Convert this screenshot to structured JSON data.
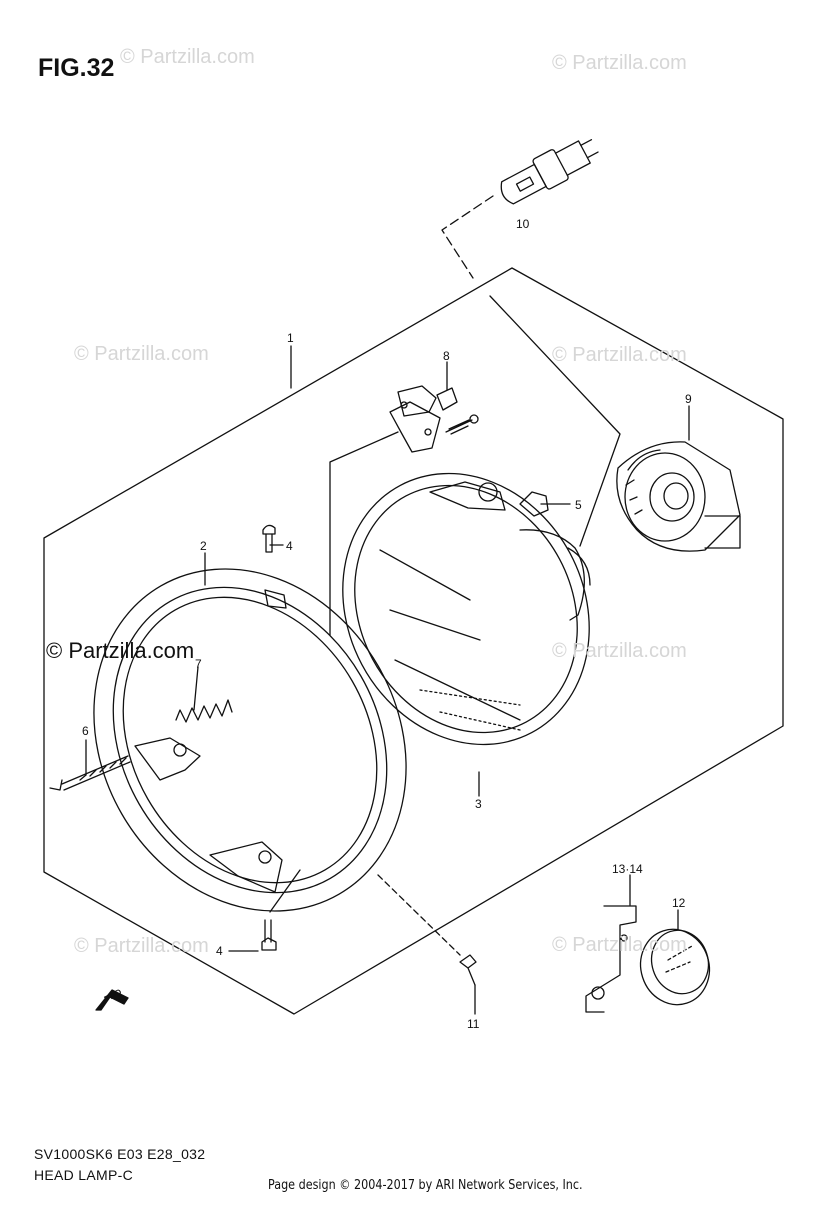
{
  "figure": {
    "title": "FIG.32",
    "model_code": "SV1000SK6 E03 E28_032",
    "caption": "HEAD LAMP-C"
  },
  "watermark": {
    "text": "© Partzilla.com",
    "bold_text": "© Partzilla.com"
  },
  "fwd_label": "FWD",
  "callouts": [
    "1",
    "2",
    "3",
    "4",
    "4",
    "5",
    "6",
    "7",
    "8",
    "9",
    "10",
    "11",
    "12",
    "13·14"
  ],
  "footer": {
    "credit": "Page design © 2004-2017 by ARI Network Services, Inc."
  }
}
